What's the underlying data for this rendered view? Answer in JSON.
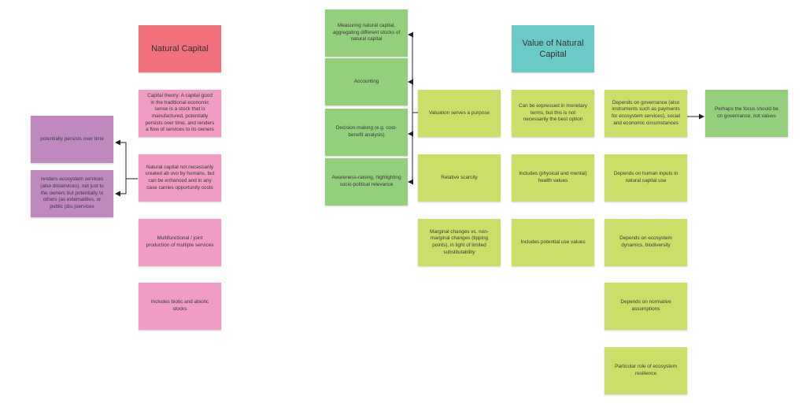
{
  "left": {
    "title": "Natural Capital",
    "pink_notes": [
      "Capital theory: A capital good in the traditional economic sense is a stock that is manufactured, potentially persists over time, and renders a flow of services to its owners",
      "Natural capital not necessarily created ab ovo by humans, but can be enhanced and in any case carries opportunity costs",
      "Multifunctional / joint production of multiple services",
      "Includes biotic and abiotic stocks"
    ],
    "purple_notes": [
      "potentially persists over time",
      "renders ecosystem services (also disservices), not just to the owners but potentially to others (as externalities, or public (dis-)services"
    ]
  },
  "right": {
    "title": "Value of Natural Capital",
    "purposes": [
      "Measuring natural capital, aggregating different stocks of natural capital",
      "Accounting",
      "Decision-making (e.g. cost-benefit analysis)",
      "Awareness-raising, highlighting socio-political relevance"
    ],
    "valuation_col": [
      "Valuation serves a purpose",
      "Relative scarcity",
      "Marginal changes vs. non-marginal changes (tipping points), in light of limited substitutability"
    ],
    "monetary_col": [
      "Can be expressed in monetary terms, but this is not necessarily the best option",
      "Includes (physical and mental) health values",
      "Includes potential use values"
    ],
    "depends_col": [
      "Depends on governance (also instruments such as payments for ecosystem services), social and economic circumstances",
      "Depends on human inputs in natural capital use",
      "Depends on ecosystem dynamics, biodiversity",
      "Depends on normative assumptions",
      "Particular role of ecosystem resilience"
    ],
    "focus_note": "Perhaps the focus should be on governance, not values"
  },
  "colors": {
    "title_red": "#f0707c",
    "pink": "#f09cc4",
    "purple": "#bf88bf",
    "green": "#94cf7d",
    "lime": "#cbdf68",
    "teal": "#6bcac6",
    "connector": "#222222"
  }
}
